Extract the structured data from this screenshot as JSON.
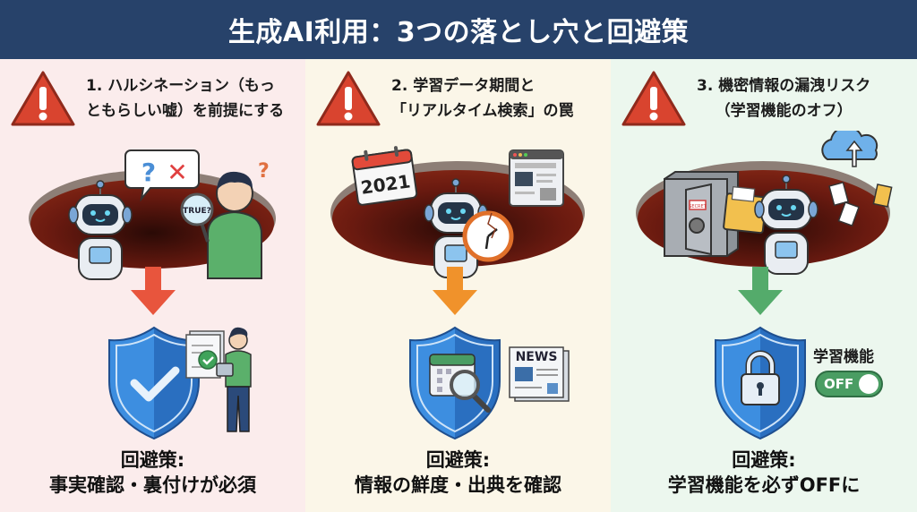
{
  "header": {
    "title": "生成AI利用：3つの落とし穴と回避策"
  },
  "colors": {
    "header_bg": "#27426a",
    "panel1_bg": "#fbecec",
    "panel2_bg": "#fbf6e8",
    "panel3_bg": "#ecf7ee",
    "warning": "#d9442f",
    "arrow1": "#e8553d",
    "arrow2": "#f0922b",
    "arrow3": "#54ab6b",
    "shield": "#2f7ccf"
  },
  "panels": [
    {
      "title_line1": "1. ハルシネーション（もっ",
      "title_line2": "ともらしい嘘）を前提にする",
      "icon": "warning-icon",
      "illustration": {
        "bubble_symbols": [
          "?",
          "✕"
        ],
        "magnifier_text": "TRUE?",
        "question_mark": "?"
      },
      "solution_icon": "shield-check-icon",
      "solution_label": "回避策:",
      "solution_text": "事実確認・裏付けが必須"
    },
    {
      "title_line1": "2. 学習データ期間と",
      "title_line2": "「リアルタイム検索」の罠",
      "icon": "warning-icon",
      "illustration": {
        "calendar_text": "2021"
      },
      "solution_icon": "shield-calendar-search-icon",
      "news_text": "NEWS",
      "solution_label": "回避策:",
      "solution_text": "情報の鮮度・出典を確認"
    },
    {
      "title_line1": "3. 機密情報の漏洩リスク",
      "title_line2": "（学習機能のオフ）",
      "icon": "warning-icon",
      "illustration": {
        "stamp_text": "SECRET"
      },
      "solution_icon": "shield-lock-icon",
      "toggle_label": "学習機能",
      "toggle_state": "OFF",
      "solution_label": "回避策:",
      "solution_text": "学習機能を必ずOFFに"
    }
  ]
}
